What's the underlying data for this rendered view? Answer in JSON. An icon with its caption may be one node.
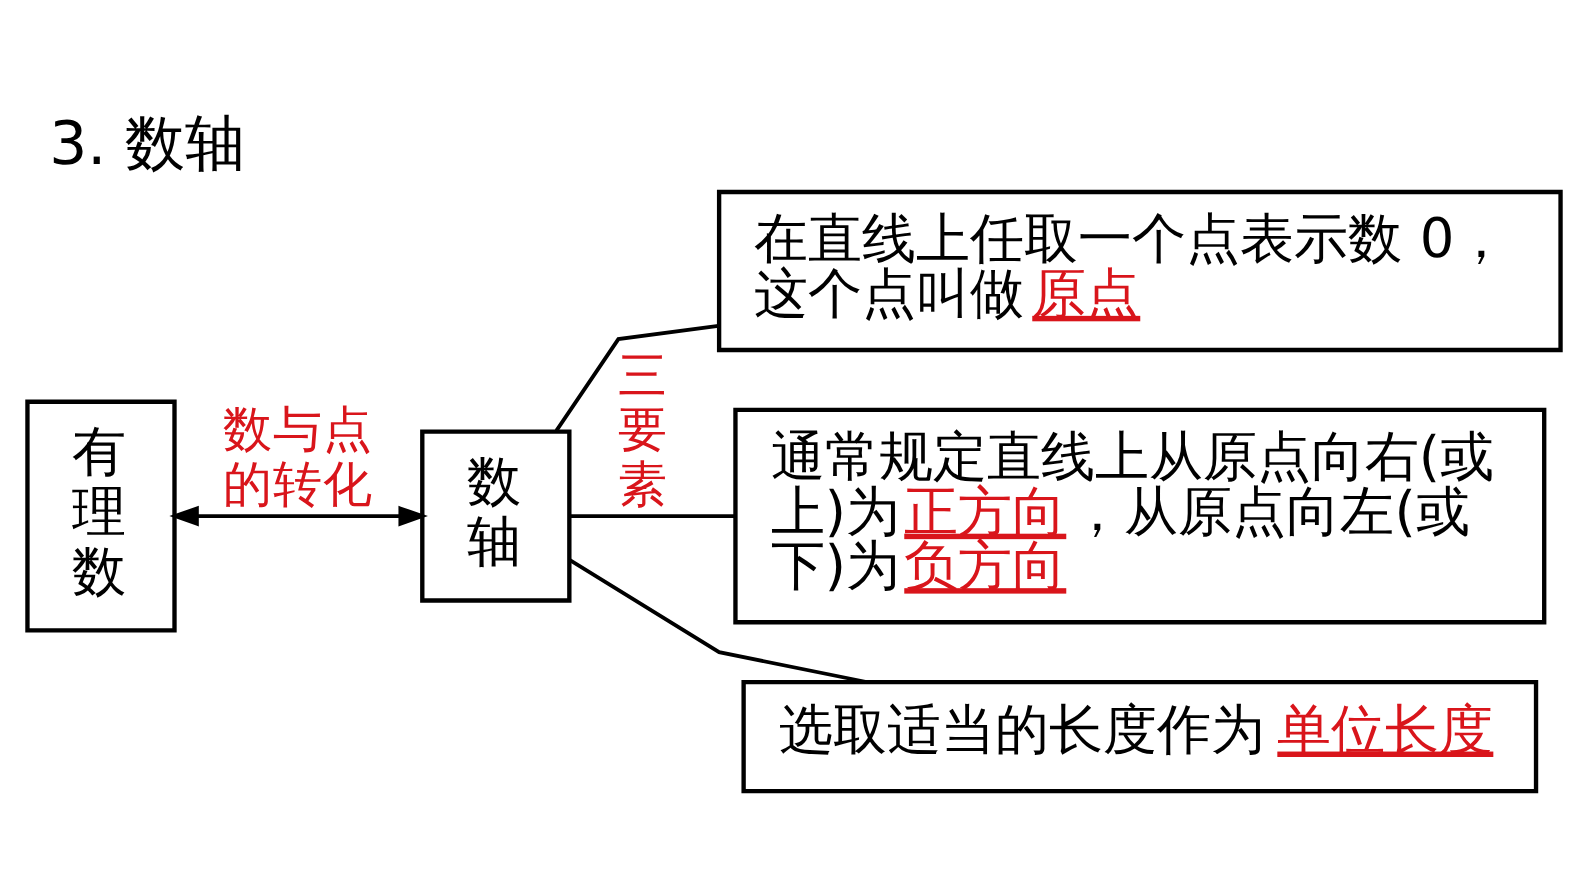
{
  "diagram": {
    "title": "3. 数轴",
    "nodes": [
      {
        "text": [
          "有理数"
        ]
      },
      {
        "text": [
          "数轴"
        ]
      },
      {
        "text": [
          "在直线上任取一个点表示数 0，这个点叫做",
          "原点"
        ]
      },
      {
        "text": [
          "通常规定直线上从原点向右(或上)为",
          "正方向",
          "，从原点向左(或下)为",
          "负方向"
        ]
      },
      {
        "text": [
          "选取适当的长度作为",
          "单位长度"
        ]
      }
    ],
    "edges": [
      {
        "from": 0,
        "to": 1,
        "arrow": "both",
        "label": "数与点的转化"
      },
      {
        "from": 1,
        "to": 2,
        "arrow": "none"
      },
      {
        "from": 1,
        "to": 3,
        "arrow": "none",
        "label": "三要素"
      },
      {
        "from": 1,
        "to": 4,
        "arrow": "none"
      }
    ]
  }
}
